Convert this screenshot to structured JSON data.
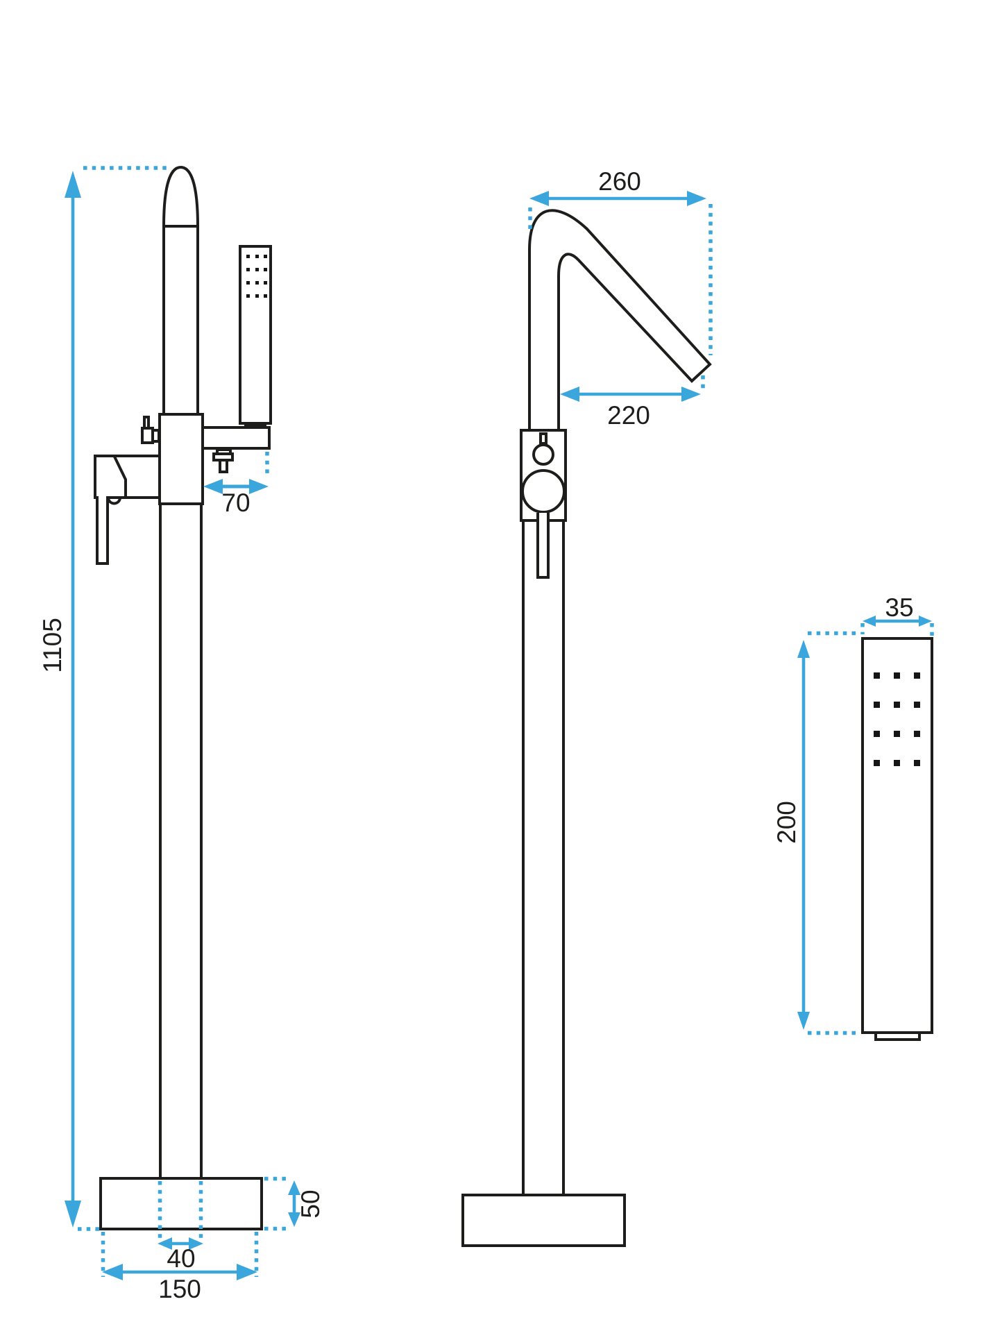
{
  "drawing": {
    "type": "technical-dimension-drawing",
    "subject": "freestanding bathtub mixer tap with hand shower",
    "unit": "mm",
    "colors": {
      "accent": "#3ba6db",
      "line": "#1d1d1b",
      "background": "#ffffff"
    },
    "views": [
      {
        "name": "side-view-with-hand-shower"
      },
      {
        "name": "front-view-with-spout"
      },
      {
        "name": "hand-shower-detail"
      }
    ]
  },
  "dims": {
    "side": {
      "height": "1105",
      "arm_offset": "70",
      "base_thickness": "50",
      "column_width": "40",
      "base_width": "150"
    },
    "front": {
      "spout_reach": "260",
      "spout_tip_offset": "220"
    },
    "shower": {
      "width": "35",
      "length": "200"
    }
  }
}
